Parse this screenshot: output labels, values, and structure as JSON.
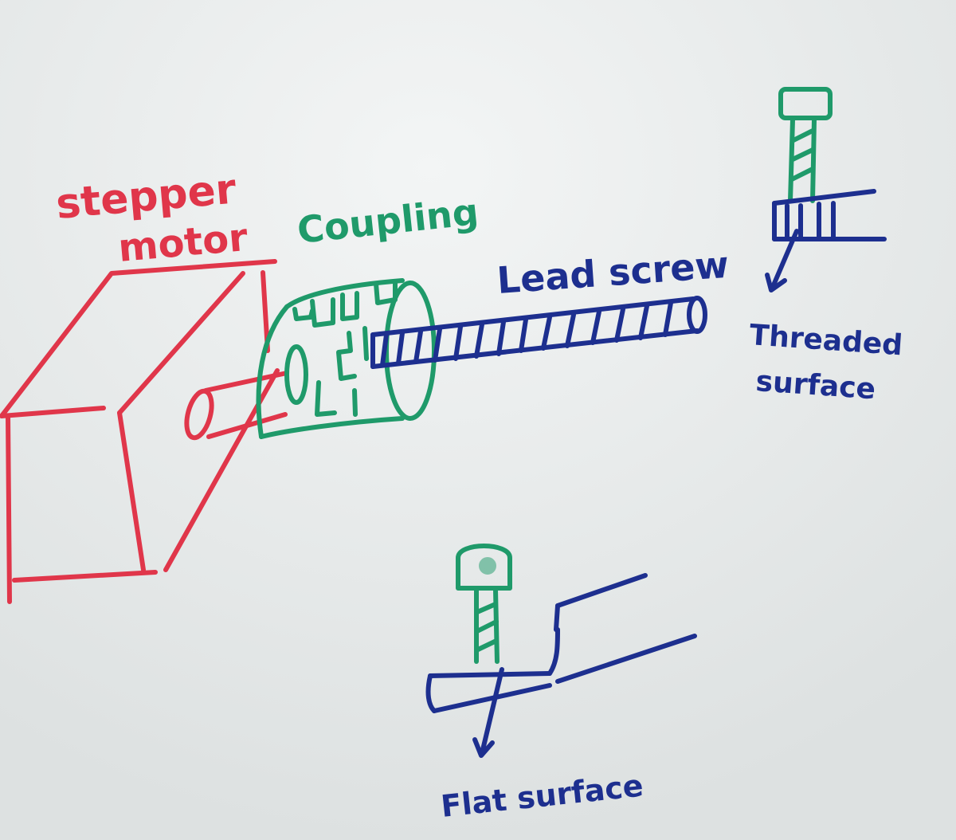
{
  "labels": {
    "stepper": "stepper",
    "motor": "motor",
    "coupling": "Coupling",
    "lead_screw": "Lead screw",
    "threaded": "Threaded",
    "surface": "surface",
    "flat_surface": "Flat surface"
  },
  "colors": {
    "board": "#e9ecec",
    "red_marker": "#e0364a",
    "green_marker": "#1f9a6a",
    "blue_marker": "#1d2f8f"
  },
  "icons": {
    "arrow": "arrow-down-icon"
  }
}
